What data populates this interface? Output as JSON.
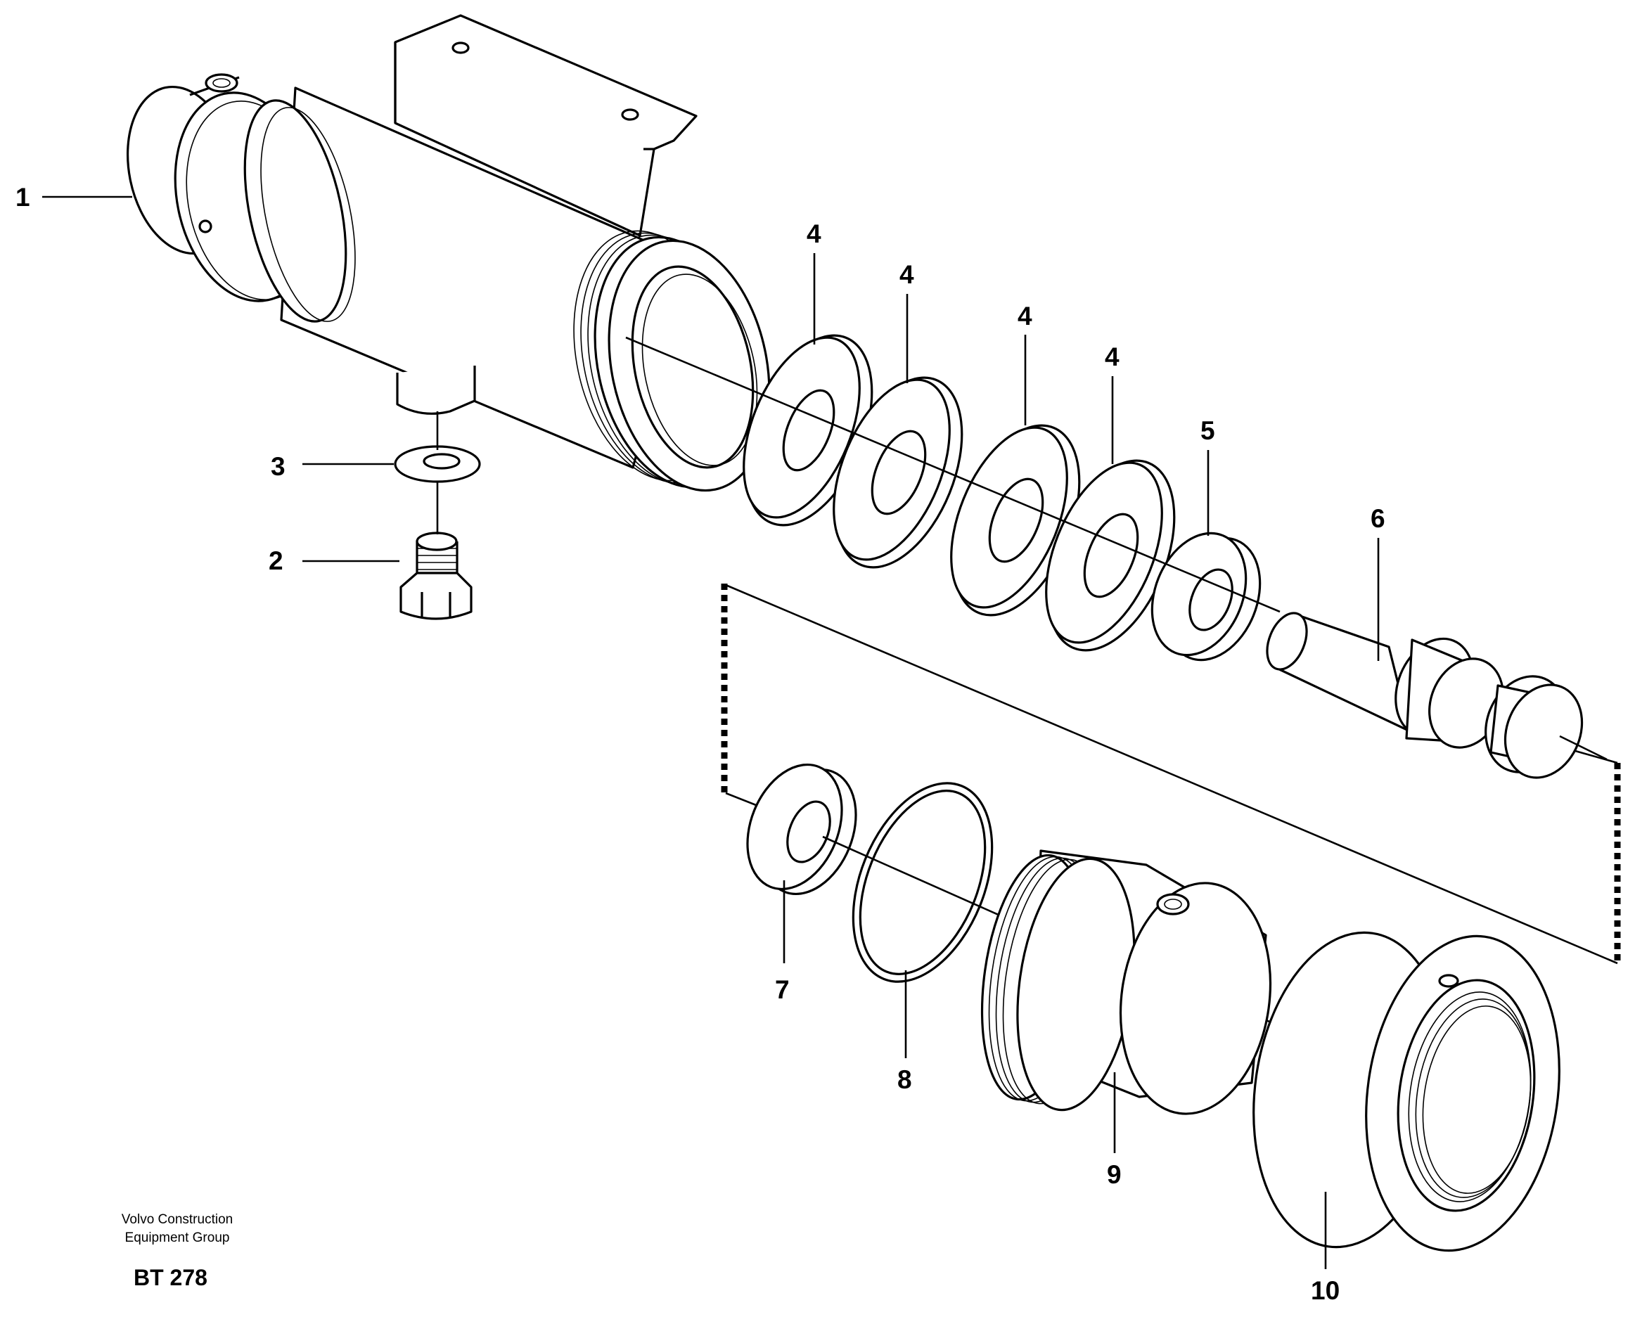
{
  "callouts": {
    "c1": "1",
    "c2": "2",
    "c3": "3",
    "c4a": "4",
    "c4b": "4",
    "c4c": "4",
    "c4d": "4",
    "c5": "5",
    "c6": "6",
    "c7": "7",
    "c8": "8",
    "c9": "9",
    "c10": "10"
  },
  "footer": {
    "credit_line1": "Volvo Construction",
    "credit_line2": "Equipment Group",
    "drawing_code": "BT 278"
  }
}
